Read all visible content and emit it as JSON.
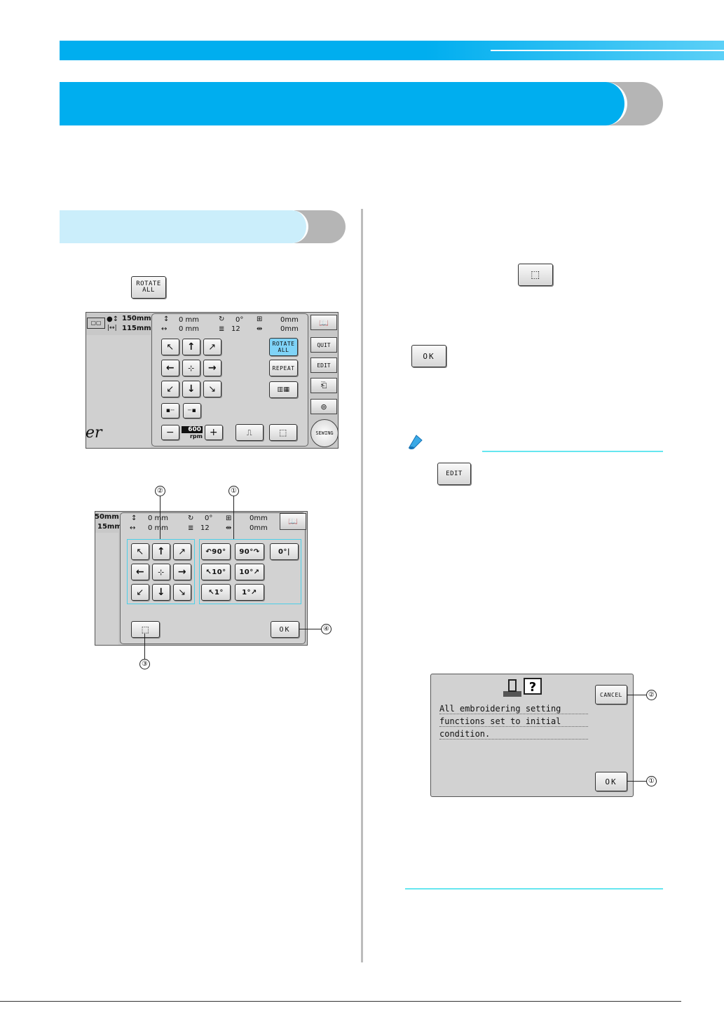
{
  "colors": {
    "accent_blue": "#00aeef",
    "light_blue": "#cbeefb",
    "rule_cyan": "#66e6f0",
    "gray_tab": "#b0b0b0",
    "highlight_button": "#7fd3f7"
  },
  "step1": {
    "rotate_all_label": "ROTATE\nALL"
  },
  "screen1": {
    "height_readout": "150mm",
    "width_readout": "115mm",
    "pos_y": "0 mm",
    "pos_x": "0 mm",
    "angle": "0°",
    "colors_count": "12",
    "repeat_y": "0mm",
    "repeat_x": "0mm",
    "rotate_all": "ROTATE\nALL",
    "repeat": "REPEAT",
    "side_quit": "QUIT",
    "side_edit": "EDIT",
    "side_sewing": "SEWING",
    "speed_value": "600",
    "speed_unit": "rpm",
    "minus": "−",
    "plus": "+",
    "script_text": "er"
  },
  "screen2": {
    "height_readout": "50mm",
    "width_readout": "15mm",
    "pos_y": "0 mm",
    "pos_x": "0 mm",
    "angle": "0°",
    "colors_count": "12",
    "repeat_y": "0mm",
    "repeat_x": "0mm",
    "rot_left_90": "90°",
    "rot_right_90": "90°",
    "reset_0": "0°",
    "rot_left_10": "10°",
    "rot_right_10": "10°",
    "rot_left_1": "1°",
    "rot_right_1": "1°",
    "ok": "OK",
    "callouts": [
      "①",
      "②",
      "③",
      "④"
    ]
  },
  "right": {
    "ok_label": "OK",
    "edit_label": "EDIT"
  },
  "dialog": {
    "cancel": "CANCEL",
    "ok": "OK",
    "lines": [
      "All embroidering setting",
      "functions set to initial",
      "condition."
    ],
    "callout_ok": "①",
    "callout_cancel": "②"
  }
}
